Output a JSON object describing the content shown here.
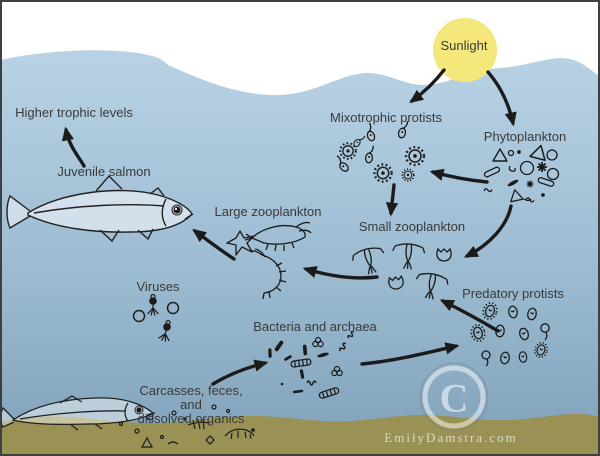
{
  "diagram": {
    "sun": {
      "label": "Sunlight",
      "color": "#f4e87c"
    },
    "labels": {
      "higher_trophic": "Higher trophic levels",
      "juvenile_salmon": "Juvenile salmon",
      "mixotrophic_protists": "Mixotrophic protists",
      "phytoplankton": "Phytoplankton",
      "large_zooplankton": "Large zooplankton",
      "small_zooplankton": "Small zooplankton",
      "viruses": "Viruses",
      "predatory_protists": "Predatory protists",
      "bacteria_archaea": "Bacteria and archaea",
      "carcasses_line1": "Carcasses, feces, and",
      "carcasses_line2": "dissolved organics"
    },
    "watermark": {
      "symbol": "C",
      "credit": "EmilyDamstra.com"
    },
    "colors": {
      "sky": "#ffffff",
      "water_top": "#b9d2e5",
      "water_bottom": "#7fa1b9",
      "seabed": "#9a9254",
      "arrow": "#1b1b1b",
      "label_text": "#3a3a3a",
      "sun": "#f4e87c",
      "border": "#3d4043"
    },
    "flows": [
      {
        "from": "Juvenile salmon",
        "to": "Higher trophic levels"
      },
      {
        "from": "Sunlight",
        "to": "Mixotrophic protists"
      },
      {
        "from": "Sunlight",
        "to": "Phytoplankton"
      },
      {
        "from": "Phytoplankton",
        "to": "Mixotrophic protists"
      },
      {
        "from": "Phytoplankton",
        "to": "Small zooplankton"
      },
      {
        "from": "Mixotrophic protists",
        "to": "Small zooplankton"
      },
      {
        "from": "Small zooplankton",
        "to": "Large zooplankton"
      },
      {
        "from": "Large zooplankton",
        "to": "Juvenile salmon"
      },
      {
        "from": "Predatory protists",
        "to": "Small zooplankton"
      },
      {
        "from": "Bacteria and archaea",
        "to": "Predatory protists"
      },
      {
        "from": "Carcasses, feces, and dissolved organics",
        "to": "Bacteria and archaea"
      }
    ]
  }
}
